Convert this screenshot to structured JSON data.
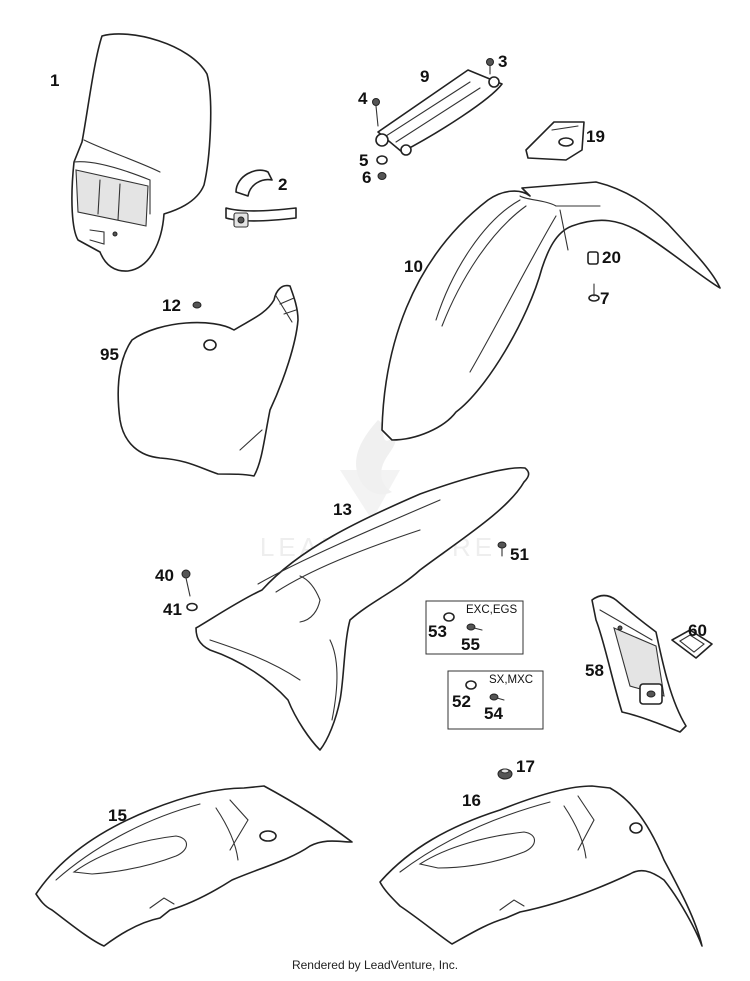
{
  "watermark": "LEADVENTURE",
  "footer": "Rendered by LeadVenture, Inc.",
  "callouts": {
    "c1": "1",
    "c2": "2",
    "c3": "3",
    "c4": "4",
    "c5": "5",
    "c6": "6",
    "c7": "7",
    "c9": "9",
    "c10": "10",
    "c12": "12",
    "c13": "13",
    "c15": "15",
    "c16": "16",
    "c17": "17",
    "c19": "19",
    "c20": "20",
    "c40": "40",
    "c41": "41",
    "c51": "51",
    "c52": "52",
    "c53": "53",
    "c54": "54",
    "c55": "55",
    "c58": "58",
    "c60": "60",
    "c95": "95"
  },
  "notes": {
    "box1": "EXC,EGS",
    "box2": "SX,MXC"
  }
}
